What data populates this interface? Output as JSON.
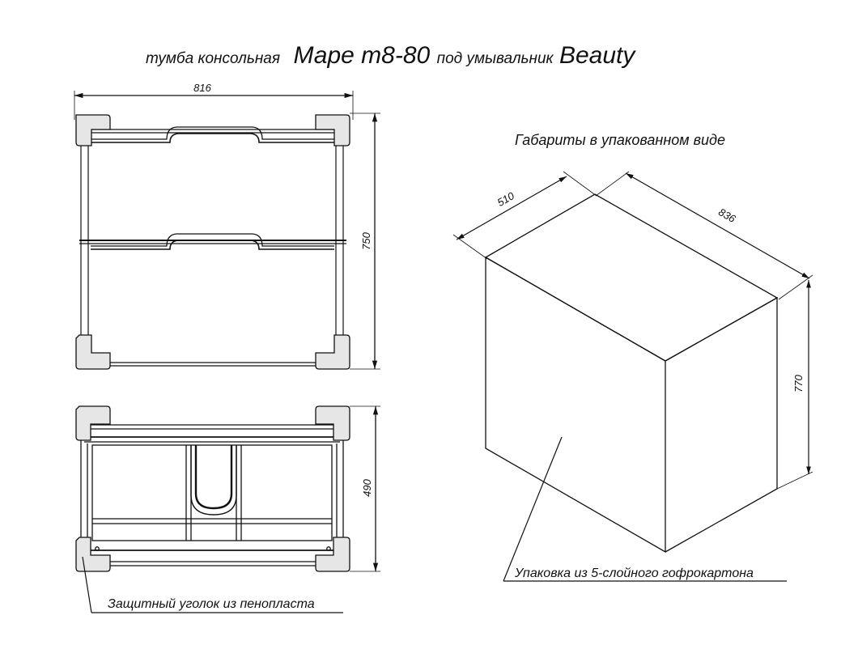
{
  "title": {
    "prefix": "тумба консольная",
    "model": "Маре т8-80",
    "middle": "под умывальник",
    "sink": "Beauty"
  },
  "front_view": {
    "width_label": "816",
    "height_label": "750"
  },
  "top_view": {
    "depth_label": "490",
    "corner_caption": "Защитный уголок из пенопласта"
  },
  "package": {
    "caption": "Габариты в упакованном виде",
    "depth_label": "510",
    "width_label": "836",
    "height_label": "770",
    "material_caption": "Упаковка из 5-слойного гофрокартона"
  }
}
